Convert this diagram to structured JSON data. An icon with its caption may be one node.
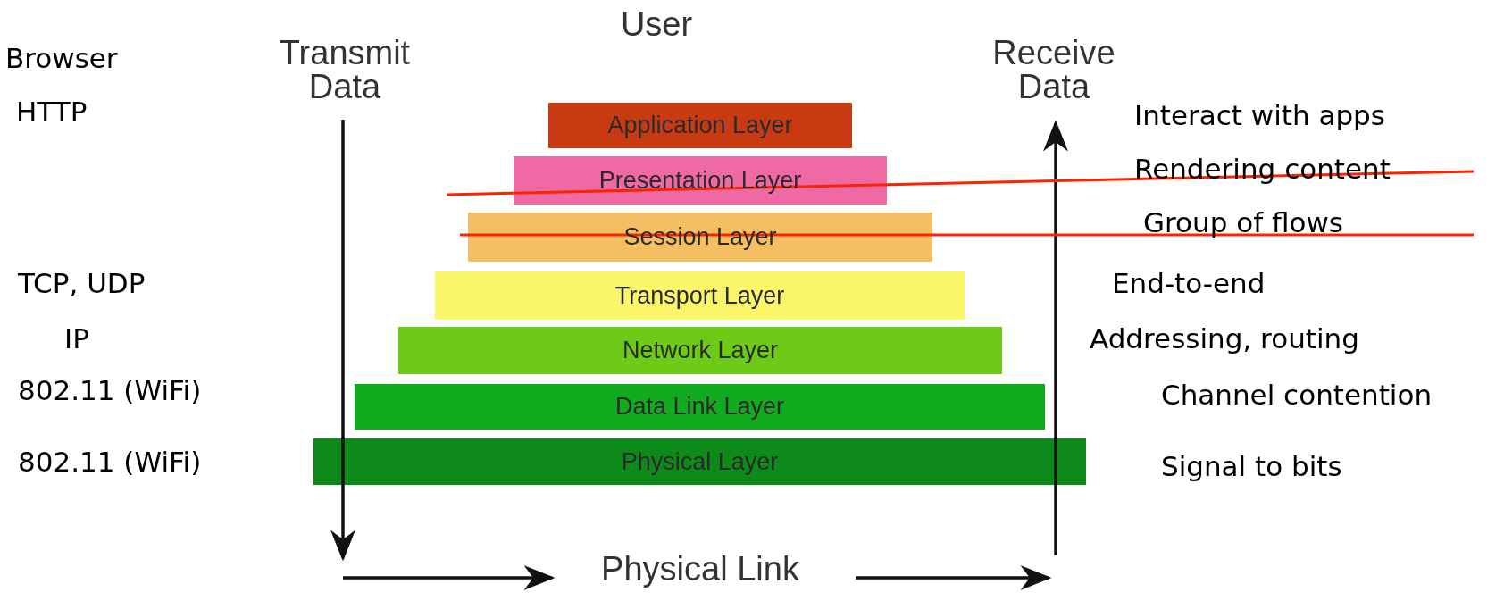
{
  "diagram": {
    "nodes": [
      {
        "text": [
          "Application Layer"
        ]
      },
      {
        "text": [
          "Presentation Layer"
        ]
      },
      {
        "text": [
          "Session Layer"
        ]
      },
      {
        "text": [
          "Transport Layer"
        ]
      },
      {
        "text": [
          "Network Layer"
        ]
      },
      {
        "text": [
          "Data Link Layer"
        ]
      },
      {
        "text": [
          "Physical Layer"
        ]
      }
    ],
    "edges": [],
    "labels": [
      "User",
      "Browser",
      "Transmit Data",
      "Receive Data",
      "HTTP",
      "Interact with apps",
      "Rendering content",
      "Group of flows",
      "TCP, UDP",
      "End-to-end",
      "IP",
      "Addressing, routing",
      "802.11 (WiFi)",
      "Channel contention",
      "802.11 (WiFi)",
      "Signal to bits",
      "Physical Link"
    ]
  }
}
